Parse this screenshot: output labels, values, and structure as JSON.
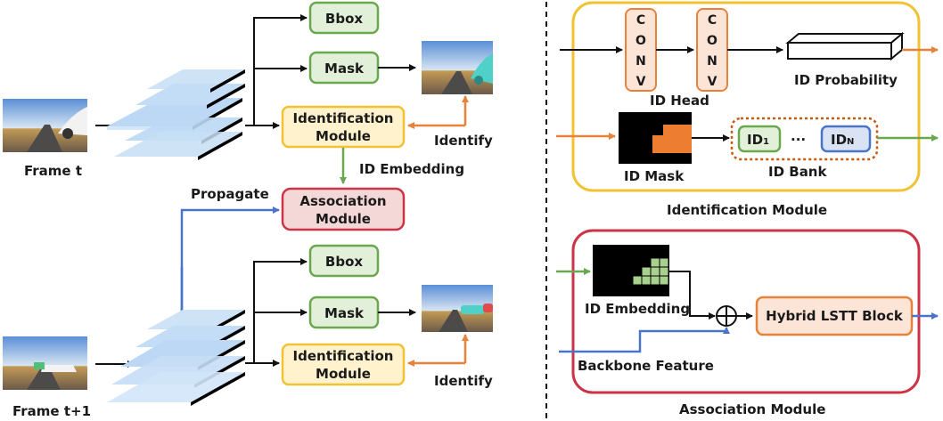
{
  "colors": {
    "green": "#6aa84f",
    "green_fill": "#e2efd9",
    "yellow": "#f1c232",
    "yellow_fill": "#fff2cc",
    "red": "#cc3344",
    "red_fill": "#f4d7d7",
    "orange": "#e8823a",
    "orange_fill": "#fce4d6",
    "blue": "#4a74c9",
    "blue_fill": "#dae3f3",
    "layer": "#bcd8f5"
  },
  "left": {
    "frame_t": "Frame t",
    "frame_t1": "Frame t+1",
    "bbox": "Bbox",
    "mask": "Mask",
    "identification_line1": "Identification",
    "identification_line2": "Module",
    "identify": "Identify",
    "id_embedding": "ID Embedding",
    "propagate": "Propagate",
    "association_line1": "Association",
    "association_line2": "Module",
    "bbox2": "Bbox",
    "mask2": "Mask",
    "identification2_line1": "Identification",
    "identification2_line2": "Module",
    "identify2": "Identify"
  },
  "right_top": {
    "conv1": [
      "C",
      "O",
      "N",
      "V"
    ],
    "conv2": [
      "C",
      "O",
      "N",
      "V"
    ],
    "id_head": "ID Head",
    "id_probability": "ID Probability",
    "id_mask": "ID Mask",
    "id1_main": "ID",
    "id1_sub": "1",
    "dots": "···",
    "idn_main": "ID",
    "idn_sub": "N",
    "id_bank": "ID Bank",
    "title": "Identification Module"
  },
  "right_bottom": {
    "id_embedding": "ID Embedding",
    "oplus": "⊕",
    "hybrid": "Hybrid LSTT Block",
    "backbone": "Backbone Feature",
    "title": "Association Module"
  }
}
